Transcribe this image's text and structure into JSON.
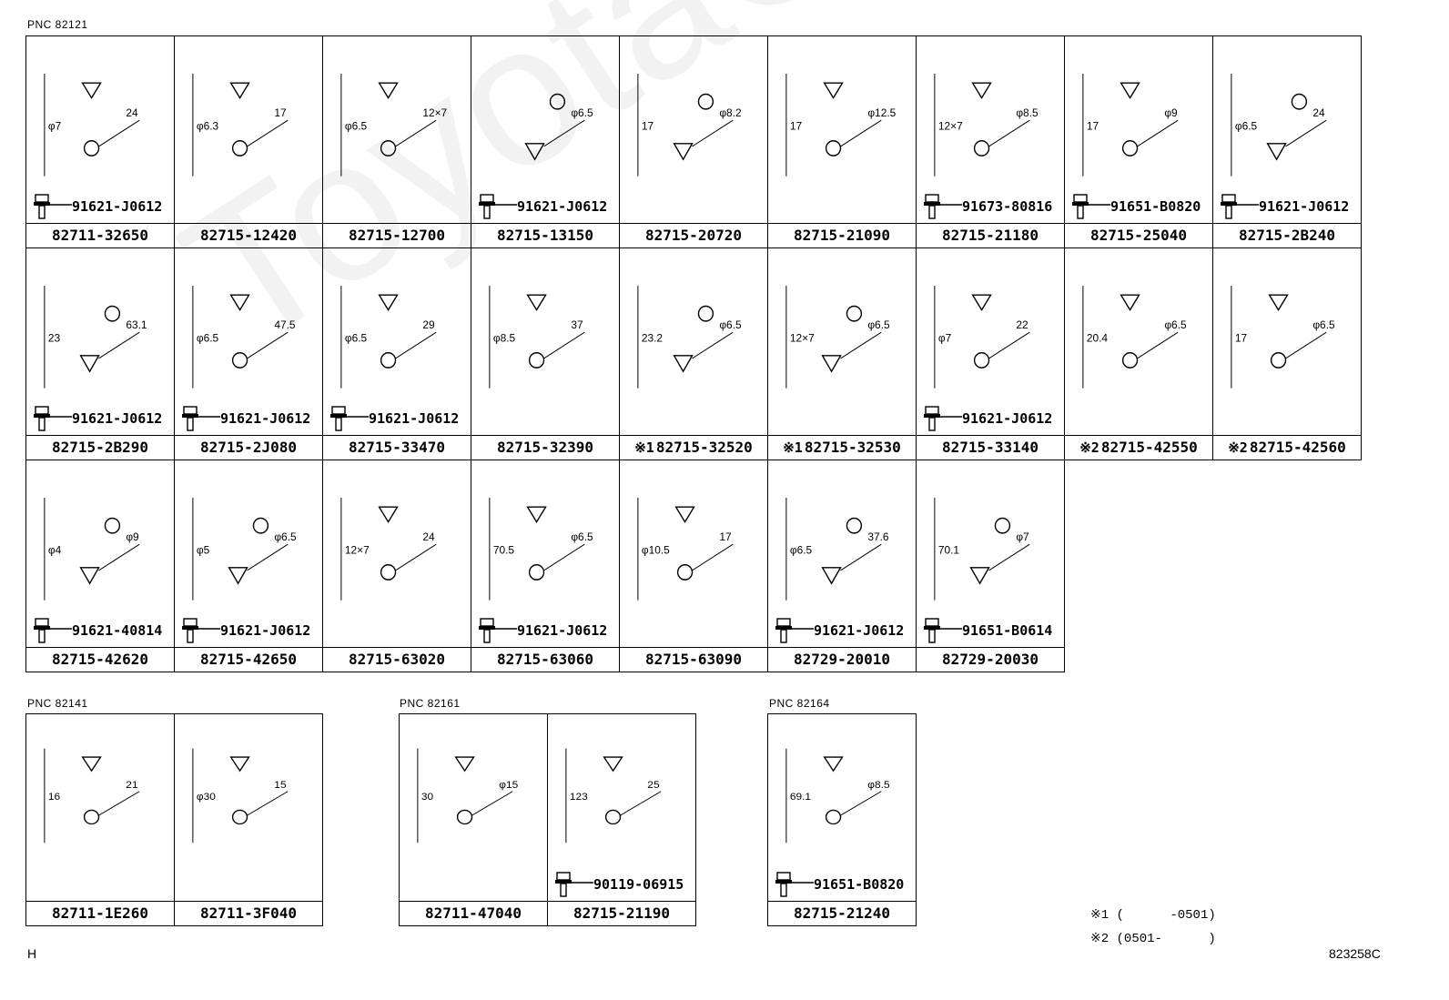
{
  "watermark": "ToyotaCarMind",
  "sections": [
    {
      "pnc": "PNC 82121",
      "cells": [
        {
          "pn": "82711-32650",
          "mark": "",
          "bolt": "91621-J0612",
          "dims": [
            "24",
            "φ7"
          ]
        },
        {
          "pn": "82715-12420",
          "mark": "",
          "bolt": "",
          "dims": [
            "17",
            "φ6.3"
          ]
        },
        {
          "pn": "82715-12700",
          "mark": "",
          "bolt": "",
          "dims": [
            "12×7",
            "φ6.5"
          ]
        },
        {
          "pn": "82715-13150",
          "mark": "",
          "bolt": "91621-J0612",
          "dims": [
            "φ6.5"
          ]
        },
        {
          "pn": "82715-20720",
          "mark": "",
          "bolt": "",
          "dims": [
            "φ8.2",
            "17"
          ]
        },
        {
          "pn": "82715-21090",
          "mark": "",
          "bolt": "",
          "dims": [
            "φ12.5",
            "17"
          ]
        },
        {
          "pn": "82715-21180",
          "mark": "",
          "bolt": "91673-80816",
          "dims": [
            "φ8.5",
            "12×7"
          ]
        },
        {
          "pn": "82715-25040",
          "mark": "",
          "bolt": "91651-B0820",
          "dims": [
            "φ9",
            "17"
          ]
        },
        {
          "pn": "82715-2B240",
          "mark": "",
          "bolt": "91621-J0612",
          "dims": [
            "24",
            "φ6.5"
          ]
        },
        {
          "pn": "82715-2B290",
          "mark": "",
          "bolt": "91621-J0612",
          "dims": [
            "63.1",
            "23"
          ]
        },
        {
          "pn": "82715-2J080",
          "mark": "",
          "bolt": "91621-J0612",
          "dims": [
            "47.5",
            "φ6.5"
          ]
        },
        {
          "pn": "82715-33470",
          "mark": "",
          "bolt": "91621-J0612",
          "dims": [
            "29",
            "φ6.5"
          ]
        },
        {
          "pn": "82715-32390",
          "mark": "",
          "bolt": "",
          "dims": [
            "37",
            "φ8.5"
          ]
        },
        {
          "pn": "82715-32520",
          "mark": "※1",
          "bolt": "",
          "dims": [
            "φ6.5",
            "23.2"
          ]
        },
        {
          "pn": "82715-32530",
          "mark": "※1",
          "bolt": "",
          "dims": [
            "φ6.5",
            "12×7"
          ]
        },
        {
          "pn": "82715-33140",
          "mark": "",
          "bolt": "91621-J0612",
          "dims": [
            "22",
            "φ7"
          ]
        },
        {
          "pn": "82715-42550",
          "mark": "※2",
          "bolt": "",
          "dims": [
            "φ6.5",
            "20.4"
          ]
        },
        {
          "pn": "82715-42560",
          "mark": "※2",
          "bolt": "",
          "dims": [
            "φ6.5",
            "17"
          ]
        },
        {
          "pn": "82715-42620",
          "mark": "",
          "bolt": "91621-40814",
          "dims": [
            "φ9",
            "φ4"
          ]
        },
        {
          "pn": "82715-42650",
          "mark": "",
          "bolt": "91621-J0612",
          "dims": [
            "φ6.5",
            "φ5"
          ]
        },
        {
          "pn": "82715-63020",
          "mark": "",
          "bolt": "",
          "dims": [
            "24",
            "12×7"
          ]
        },
        {
          "pn": "82715-63060",
          "mark": "",
          "bolt": "91621-J0612",
          "dims": [
            "φ6.5",
            "70.5"
          ]
        },
        {
          "pn": "82715-63090",
          "mark": "",
          "bolt": "",
          "dims": [
            "17",
            "φ10.5"
          ]
        },
        {
          "pn": "82729-20010",
          "mark": "",
          "bolt": "91621-J0612",
          "dims": [
            "37.6",
            "φ6.5"
          ]
        },
        {
          "pn": "82729-20030",
          "mark": "",
          "bolt": "91651-B0614",
          "dims": [
            "φ7",
            "70.1"
          ]
        }
      ]
    },
    {
      "pnc": "PNC 82141",
      "cells": [
        {
          "pn": "82711-1E260",
          "mark": "",
          "bolt": "",
          "dims": [
            "21",
            "16"
          ]
        },
        {
          "pn": "82711-3F040",
          "mark": "",
          "bolt": "",
          "dims": [
            "15",
            "φ30"
          ]
        }
      ]
    },
    {
      "pnc": "PNC 82161",
      "cells": [
        {
          "pn": "82711-47040",
          "mark": "",
          "bolt": "",
          "dims": [
            "φ15",
            "30"
          ]
        },
        {
          "pn": "82715-21190",
          "mark": "",
          "bolt": "90119-06915",
          "dims": [
            "25",
            "123"
          ]
        }
      ]
    },
    {
      "pnc": "PNC 82164",
      "cells": [
        {
          "pn": "82715-21240",
          "mark": "",
          "bolt": "91651-B0820",
          "dims": [
            "φ8.5",
            "69.1"
          ]
        }
      ]
    }
  ],
  "notes": [
    "※1 (      -0501)",
    "※2 (0501-      )"
  ],
  "corner_left": "H",
  "corner_right": "823258C"
}
